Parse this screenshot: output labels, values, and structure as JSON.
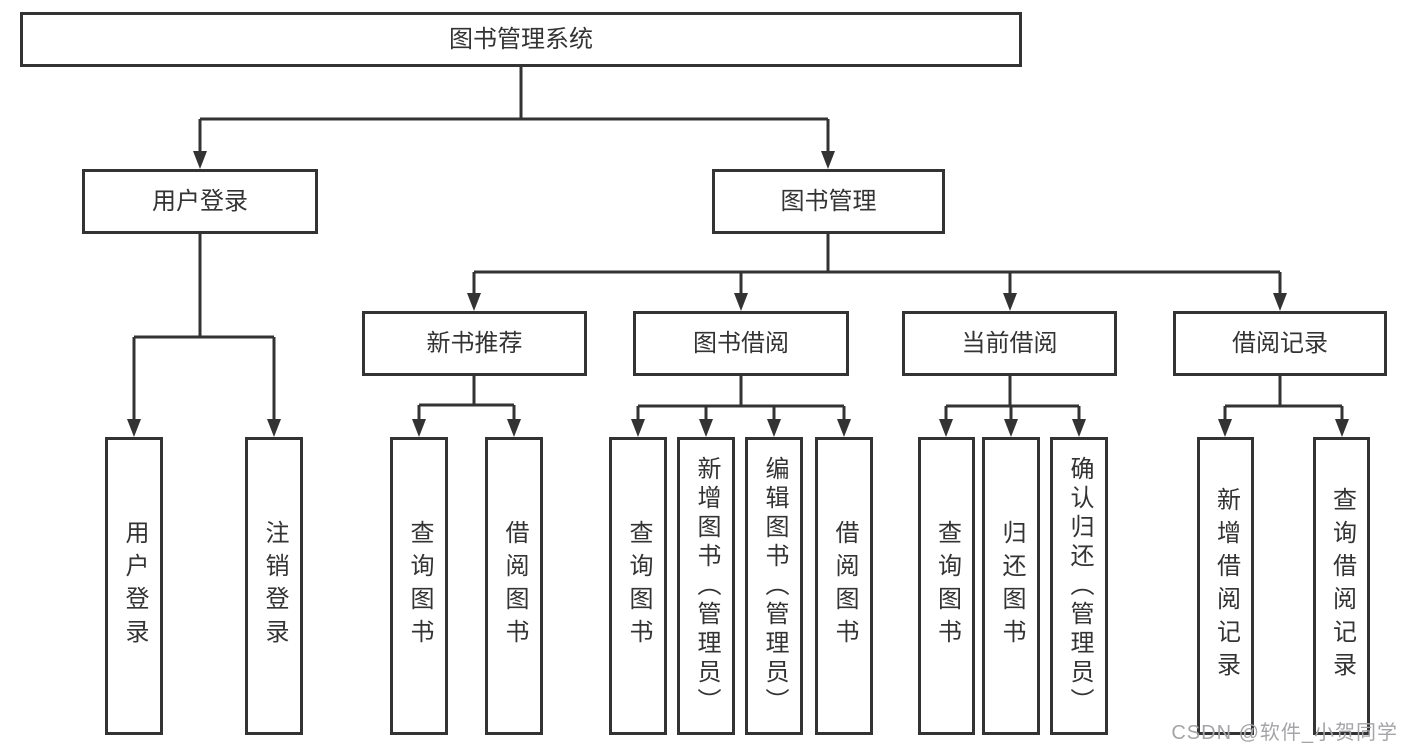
{
  "diagram": {
    "tree": {
      "label": "图书管理系统",
      "children": [
        {
          "label": "用户登录",
          "children": [
            {
              "label": "用户登录"
            },
            {
              "label": "注销登录"
            }
          ]
        },
        {
          "label": "图书管理",
          "children": [
            {
              "label": "新书推荐",
              "children": [
                {
                  "label": "查询图书"
                },
                {
                  "label": "借阅图书"
                }
              ]
            },
            {
              "label": "图书借阅",
              "children": [
                {
                  "label": "查询图书"
                },
                {
                  "label": "新增图书（管理员）"
                },
                {
                  "label": "编辑图书（管理员）"
                },
                {
                  "label": "借阅图书"
                }
              ]
            },
            {
              "label": "当前借阅",
              "children": [
                {
                  "label": "查询图书"
                },
                {
                  "label": "归还图书"
                },
                {
                  "label": "确认归还（管理员）"
                }
              ]
            },
            {
              "label": "借阅记录",
              "children": [
                {
                  "label": "新增借阅记录"
                },
                {
                  "label": "查询借阅记录"
                }
              ]
            }
          ]
        }
      ]
    },
    "watermark": {
      "text": "CSDN @软件_小贺同学"
    },
    "colors": {
      "line": "#333333",
      "text": "#333333",
      "background": "#ffffff",
      "watermark": "#a6a4a9"
    }
  }
}
